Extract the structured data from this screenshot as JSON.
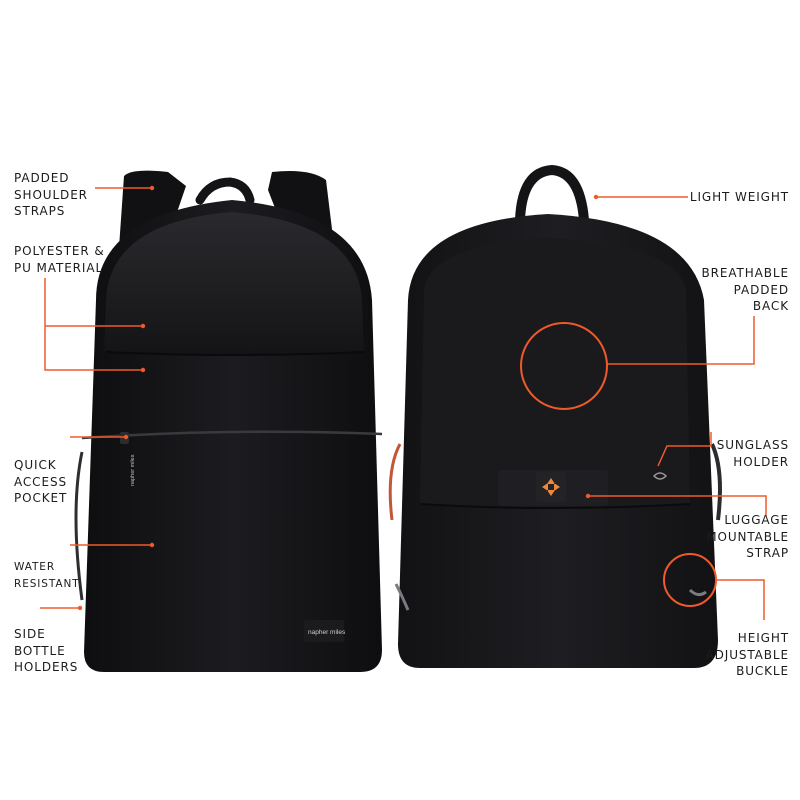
{
  "colors": {
    "accent": "#f05a2a",
    "bag": "#151517",
    "bag_highlight": "#2a2a2e",
    "background": "#ffffff"
  },
  "brand": {
    "front_logo": "napher miles",
    "side_logo": "napher miles"
  },
  "labels": {
    "padded_shoulder_straps": "PADDED\nSHOULDER\nSTRAPS",
    "polyester_pu_material": "POLYESTER &\nPU MATERIAL",
    "quick_access_pocket": "QUICK\nACCESS\nPOCKET",
    "water_resistant": "WATER\nRESISTANT",
    "side_bottle_holders": "SIDE\nBOTTLE\nHOLDERS",
    "light_weight": "LIGHT WEIGHT",
    "breathable_padded_back": "BREATHABLE\nPADDED\nBACK",
    "sunglass_holder": "SUNGLASS\nHOLDER",
    "luggage_mountable_strap": "LUGGAGE\nMOUNTABLE\nSTRAP",
    "height_adjustable_buckle": "HEIGHT\nADJUSTABLE\nBUCKLE"
  }
}
